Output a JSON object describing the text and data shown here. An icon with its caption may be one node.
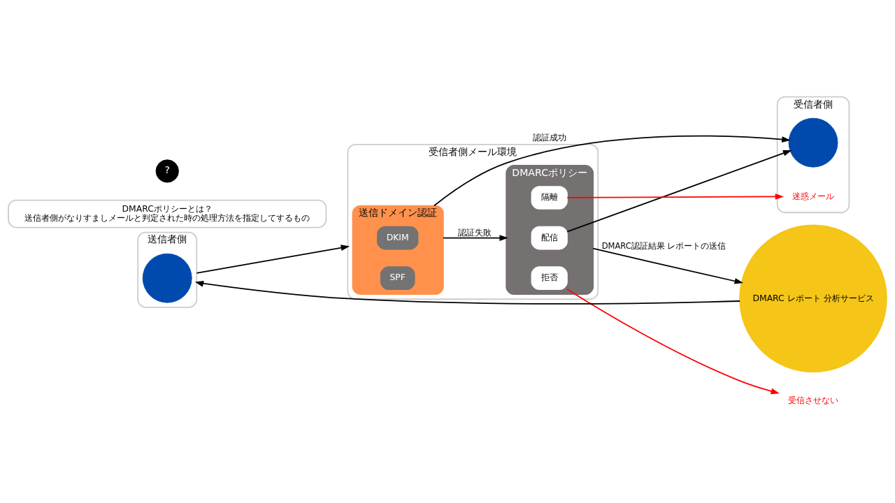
{
  "diagram": {
    "nodes": [
      {
        "text": [
          "送信者側"
        ]
      },
      {
        "text": [],
        "shape": "person",
        "in": 0
      },
      {
        "text": [
          "受信者側メール環境"
        ]
      },
      {
        "text": [
          "送信ドメイン認証"
        ],
        "in": 2
      },
      {
        "text": [
          "DKIM"
        ],
        "in": 3
      },
      {
        "text": [
          "SPF"
        ],
        "in": 3
      },
      {
        "text": [
          "DMARCポリシー"
        ],
        "in": 2
      },
      {
        "text": [
          "配信"
        ],
        "in": 6
      },
      {
        "text": [
          "隔離"
        ],
        "in": 6
      },
      {
        "text": [
          "拒否"
        ],
        "in": 6
      },
      {
        "text": [
          "受信者側"
        ]
      },
      {
        "text": [],
        "shape": "person",
        "in": 10
      },
      {
        "text": [
          "迷惑メール"
        ],
        "in": 10
      },
      {
        "text": [
          "受信させない"
        ]
      },
      {
        "text": [
          "DMARC レポート 分析サービス"
        ]
      },
      {
        "text": [
          "DMARCポリシーとは？",
          "送信者側がなりすましメールと判定された時の処理方法を指定してするもの"
        ]
      }
    ],
    "edges": [
      {
        "from": 0,
        "to": 2,
        "arrow": "to"
      },
      {
        "from": 3,
        "to": 11,
        "arrow": "to",
        "label": "認証成功"
      },
      {
        "from": 3,
        "to": 6,
        "arrow": "to",
        "label": "認証失敗"
      },
      {
        "from": 7,
        "to": 11,
        "arrow": "to"
      },
      {
        "from": 8,
        "to": 12,
        "arrow": "to",
        "color": "#ff0000"
      },
      {
        "from": 9,
        "to": 13,
        "arrow": "to",
        "color": "#ff0000"
      },
      {
        "from": 6,
        "to": 14,
        "arrow": "to",
        "label": "DMARC認証結果 レポートの送信"
      },
      {
        "from": 14,
        "to": 0,
        "arrow": "to"
      }
    ],
    "labels": [
      "?"
    ]
  }
}
